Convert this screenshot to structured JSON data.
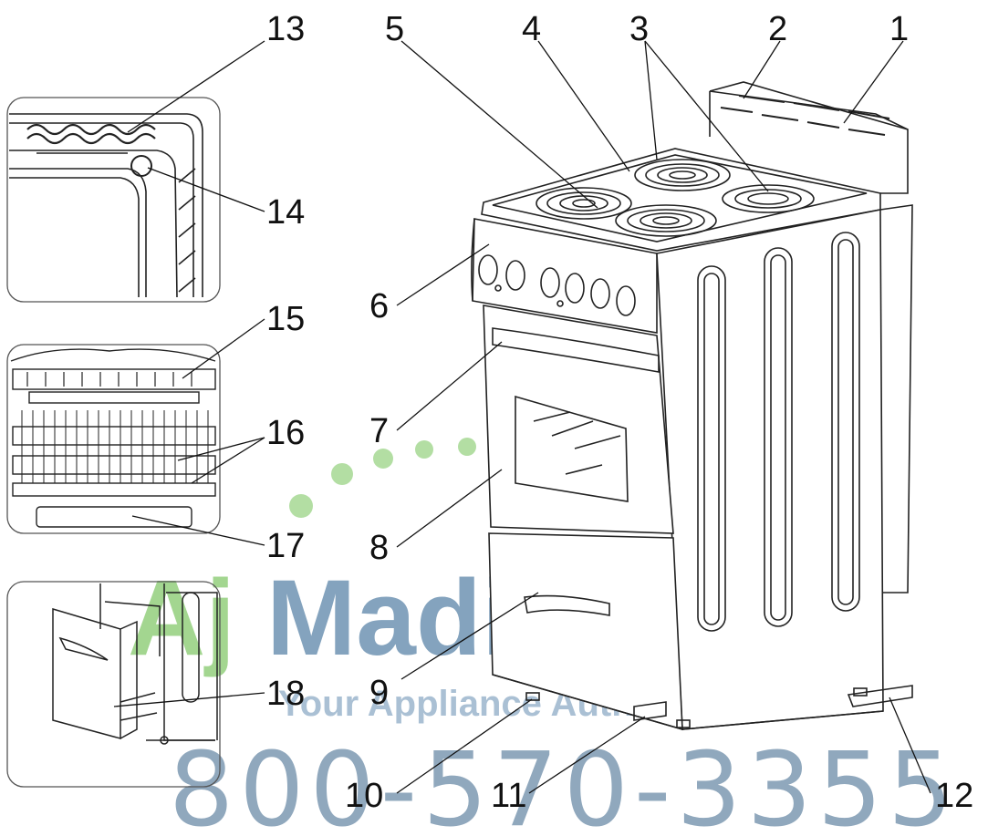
{
  "callouts": [
    {
      "id": "1",
      "label": "1"
    },
    {
      "id": "2",
      "label": "2"
    },
    {
      "id": "3",
      "label": "3"
    },
    {
      "id": "4",
      "label": "4"
    },
    {
      "id": "5",
      "label": "5"
    },
    {
      "id": "6",
      "label": "6"
    },
    {
      "id": "7",
      "label": "7"
    },
    {
      "id": "8",
      "label": "8"
    },
    {
      "id": "9",
      "label": "9"
    },
    {
      "id": "10",
      "label": "10"
    },
    {
      "id": "11",
      "label": "11"
    },
    {
      "id": "12",
      "label": "12"
    },
    {
      "id": "13",
      "label": "13"
    },
    {
      "id": "14",
      "label": "14"
    },
    {
      "id": "15",
      "label": "15"
    },
    {
      "id": "16",
      "label": "16"
    },
    {
      "id": "17",
      "label": "17"
    },
    {
      "id": "18",
      "label": "18"
    }
  ],
  "watermark": {
    "brand_aj": "Aj",
    "brand_madison": "Madison",
    "tagline": "Your Appliance Authority™",
    "phone": "800-570-3355",
    "colors": {
      "green": "#93cf7d",
      "blue": "#6f94b3"
    }
  }
}
